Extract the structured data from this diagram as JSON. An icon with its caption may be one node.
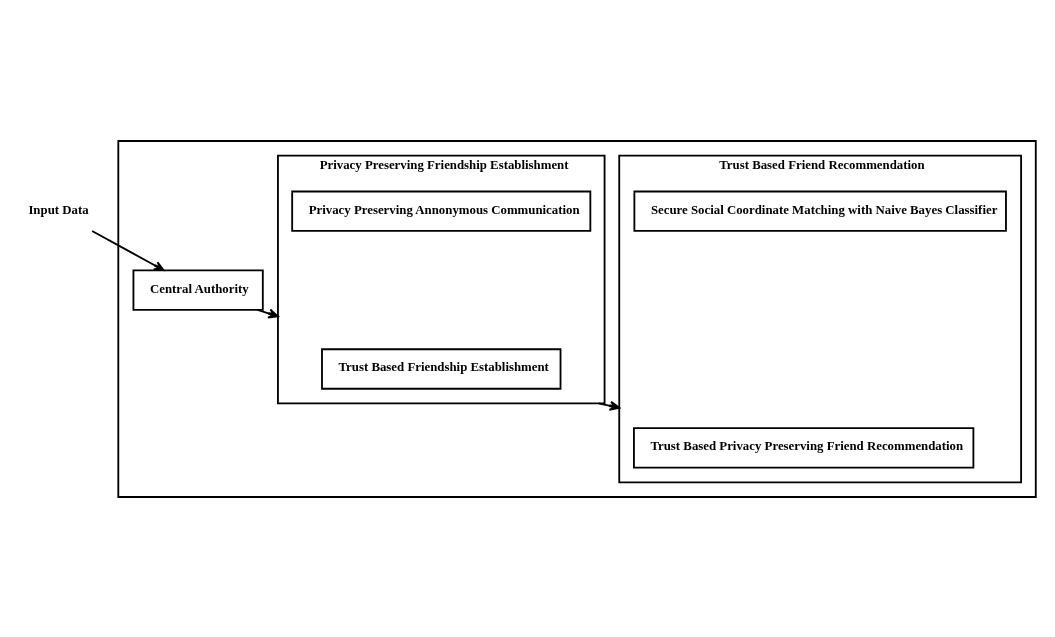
{
  "diagram": {
    "nodes": [
      {
        "text": [
          "Input Data"
        ]
      },
      {
        "text": [],
        "shape": "box"
      },
      {
        "text": [
          "Central Authority"
        ],
        "in": 1
      },
      {
        "text": [
          "Privacy Preserving Friendship Establishment"
        ],
        "in": 1
      },
      {
        "text": [
          "Trust Based Friendship Establishment"
        ],
        "in": 3
      },
      {
        "text": [
          "Privacy Preserving Annonymous Communication"
        ],
        "in": 3
      },
      {
        "text": [
          "Trust Based Friend Recommendation"
        ],
        "in": 1
      },
      {
        "text": [
          "Trust Based Privacy Preserving Friend Recommendation"
        ],
        "in": 6
      },
      {
        "text": [
          "Secure Social Coordinate Matching with Naive Bayes Classifier"
        ],
        "in": 6
      }
    ],
    "edges": [
      {
        "from": 0,
        "to": 2,
        "arrow": "to"
      },
      {
        "from": 2,
        "to": 3,
        "arrow": "to"
      },
      {
        "from": 3,
        "to": 6,
        "arrow": "to"
      }
    ]
  }
}
